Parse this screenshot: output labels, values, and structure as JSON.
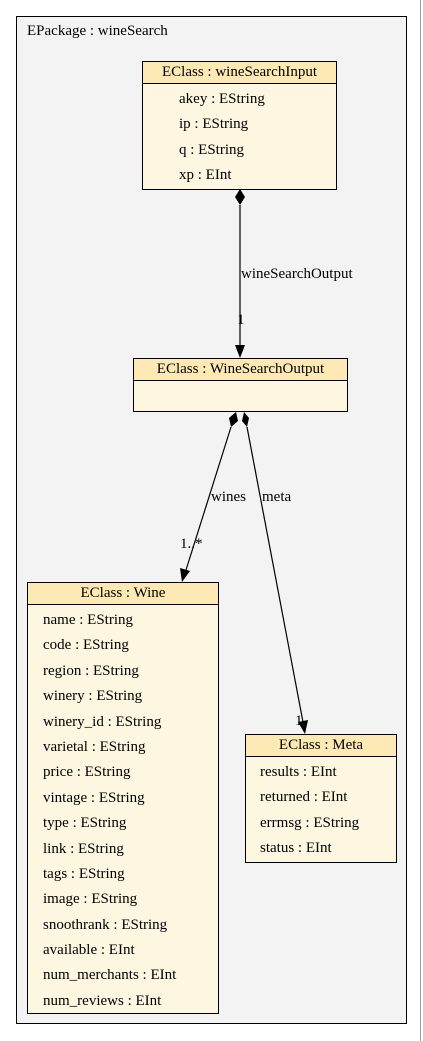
{
  "package": {
    "title": "EPackage : wineSearch"
  },
  "classes": {
    "input": {
      "header": "EClass : wineSearchInput",
      "attributes": [
        "akey : EString",
        "ip : EString",
        "q : EString",
        "xp : EInt"
      ]
    },
    "output": {
      "header": "EClass : WineSearchOutput",
      "attributes": []
    },
    "wine": {
      "header": "EClass : Wine",
      "attributes": [
        "name : EString",
        "code : EString",
        "region : EString",
        "winery : EString",
        "winery_id : EString",
        "varietal : EString",
        "price : EString",
        "vintage : EString",
        "type : EString",
        "link : EString",
        "tags : EString",
        "image : EString",
        "snoothrank : EString",
        "available : EInt",
        "num_merchants : EInt",
        "num_reviews : EInt"
      ]
    },
    "meta": {
      "header": "EClass : Meta",
      "attributes": [
        "results : EInt",
        "returned : EInt",
        "errmsg : EString",
        "status : EInt"
      ]
    }
  },
  "references": {
    "output_ref": {
      "label": "wineSearchOutput",
      "multiplicity": "1"
    },
    "wines_ref": {
      "label": "wines",
      "multiplicity": "1..*"
    },
    "meta_ref": {
      "label": "meta",
      "multiplicity": "1"
    }
  }
}
